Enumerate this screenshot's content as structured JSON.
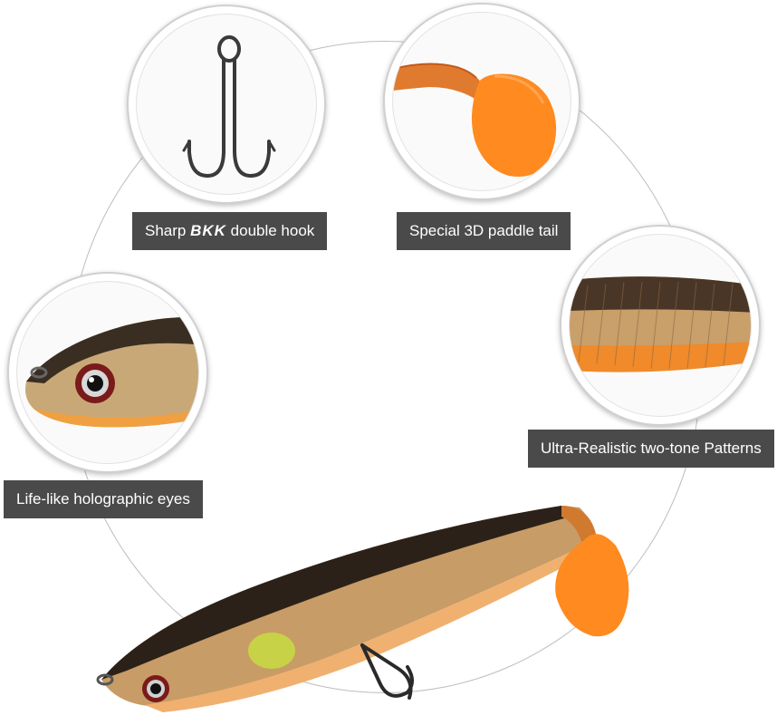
{
  "features": [
    {
      "id": "hook",
      "label_pre": "Sharp ",
      "label_brand": "BKK",
      "label_post": " double hook",
      "icon": "double-hook-icon"
    },
    {
      "id": "tail",
      "label": "Special 3D paddle tail",
      "icon": "paddle-tail-image"
    },
    {
      "id": "eyes",
      "label": "Life-like holographic eyes",
      "icon": "fish-eye-image"
    },
    {
      "id": "pattern",
      "label": "Ultra-Realistic two-tone Patterns",
      "icon": "two-tone-pattern-image"
    }
  ],
  "colors": {
    "label_bg": "#4a4a4a",
    "paddle_orange": "#ff8a1f",
    "fish_back": "#2b2118",
    "fish_belly": "#f0b878"
  }
}
